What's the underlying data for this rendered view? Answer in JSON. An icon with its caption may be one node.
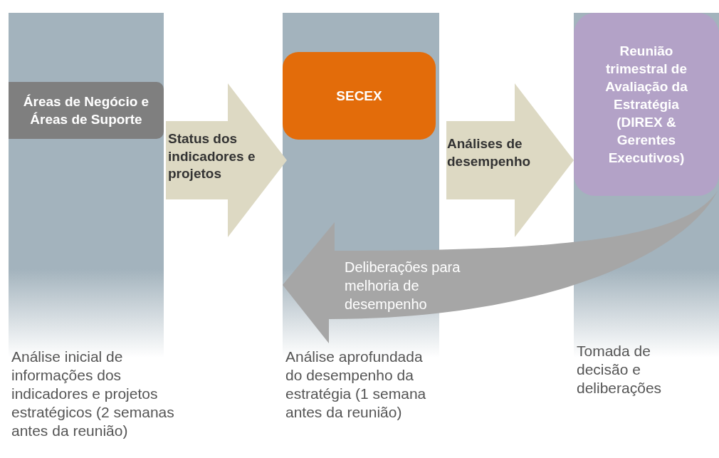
{
  "diagram": {
    "nodes": [
      {
        "text": [
          "Análise inicial de informações dos indicadores e projetos estratégicos (2 semanas antes da reunião)"
        ]
      },
      {
        "text": [
          "Áreas de Negócio e Áreas de Suporte"
        ],
        "in": 0
      },
      {
        "text": [
          "Análise aprofundada do desempenho da estratégia (1 semana antes da reunião)"
        ]
      },
      {
        "text": [
          "SECEX"
        ],
        "in": 2
      },
      {
        "text": [
          "Tomada de decisão e deliberações"
        ]
      },
      {
        "text": [
          "Reunião trimestral de Avaliação da Estratégia (DIREX & Gerentes Executivos)"
        ],
        "in": 4
      }
    ],
    "edges": [
      {
        "from": 1,
        "to": 3,
        "arrow": "to",
        "label": "Status dos indicadores e projetos",
        "style": "thick"
      },
      {
        "from": 3,
        "to": 5,
        "arrow": "to",
        "label": "Análises de desempenho",
        "style": "thick"
      },
      {
        "from": 5,
        "to": 2,
        "arrow": "to",
        "label": "Deliberações para melhoria de desempenho",
        "style": "thick",
        "color": "#a6a6a6"
      }
    ]
  }
}
